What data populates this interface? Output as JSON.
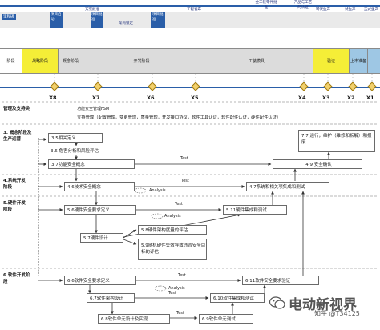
{
  "timeline": {
    "top_labels": [
      "方案批准",
      "工程发布",
      "全工装零件批准",
      "产品与工艺的认证",
      "转试生产",
      "试生产",
      "正式生产"
    ],
    "milestones": [
      "里程碑",
      "项目启动",
      "项目批准",
      "架构锁定",
      "项目批准"
    ]
  },
  "phases": [
    "阶段",
    "战略阶段",
    "概念阶段",
    "开发阶段",
    "工装模具",
    "验证",
    "上市准备"
  ],
  "gates": [
    "X8",
    "X7",
    "X6",
    "X5",
    "X4",
    "X3",
    "X2",
    "X1"
  ],
  "mgmt": {
    "group": "管理及支持类",
    "line1": "功能安全管理FSM",
    "line2": "支持管理（配置管理，变更管理，质量管理，开发接口协议，软件工具认证，软件配件认证，硬件配件认证）"
  },
  "groups": {
    "concept": "3. 概念阶段及生产运营",
    "system": "4.系统开发阶段",
    "hardware": "5.硬件开发阶段",
    "software": "6.软件开发阶段"
  },
  "boxes": {
    "b35": "3.5相关定义",
    "b36": "3.6 危害分析和风险评估",
    "b37": "3.7功能安全概念",
    "b77": "7.7 运行，维护（维修和拆解）和报废",
    "b49": "4.9 安全确认",
    "b46": "4.6技术安全概念",
    "b47": "4.7系统和相关项集成和测试",
    "b56": "5.6硬件安全要求定义",
    "b511": "5.11硬件集成和测试",
    "b58": "5.8硬件架构度量的评估",
    "b57": "5.7硬件设计",
    "b59": "5.9随机硬件失效导致违背安全目标的评估",
    "b66": "6.6软件安全要求定义",
    "b611": "6.11软件安全要求验证",
    "b67": "6.7软件架构设计",
    "b610": "6.10软件集成和测试",
    "b68": "6.8软件单元设计及实现",
    "b69": "6.9软件单元测试"
  },
  "arrow_labels": {
    "test": "Test",
    "analysis": "Analysis"
  },
  "watermark": {
    "brand": "电动新视界",
    "source": "知乎 @T34125"
  }
}
